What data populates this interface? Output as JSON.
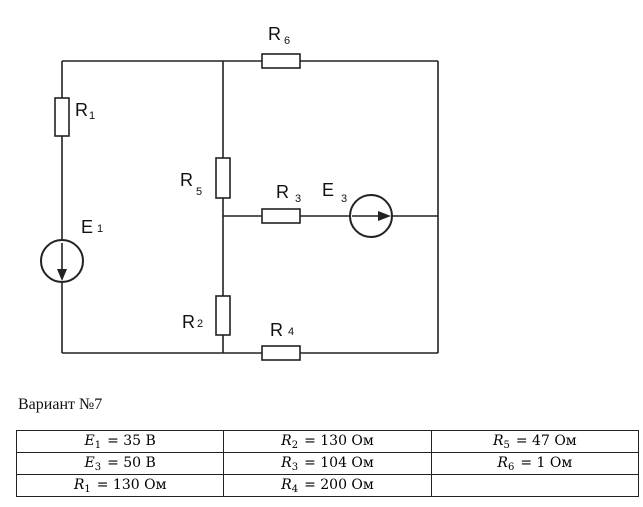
{
  "diagram": {
    "labels": {
      "R1": {
        "main": "R",
        "sub": "1"
      },
      "R2": {
        "main": "R",
        "sub": "2"
      },
      "R3": {
        "main": "R",
        "sub": "3"
      },
      "R4": {
        "main": "R",
        "sub": "4"
      },
      "R5": {
        "main": "R",
        "sub": "5"
      },
      "R6": {
        "main": "R",
        "sub": "6"
      },
      "E1": {
        "main": "E",
        "sub": "1"
      },
      "E3": {
        "main": "E",
        "sub": "3"
      }
    }
  },
  "variant": "Вариант №7",
  "table": {
    "rows": [
      [
        {
          "sym": "E",
          "sub": "1",
          "val": "= 35 В"
        },
        {
          "sym": "R",
          "sub": "2",
          "val": "= 130 Ом"
        },
        {
          "sym": "R",
          "sub": "5",
          "val": "= 47 Ом"
        }
      ],
      [
        {
          "sym": "E",
          "sub": "3",
          "val": "= 50 В"
        },
        {
          "sym": "R",
          "sub": "3",
          "val": "= 104 Ом"
        },
        {
          "sym": "R",
          "sub": "6",
          "val": "= 1 Ом"
        }
      ],
      [
        {
          "sym": "R",
          "sub": "1",
          "val": "= 130 Ом"
        },
        {
          "sym": "R",
          "sub": "4",
          "val": "= 200 Ом"
        },
        {
          "sym": "",
          "sub": "",
          "val": ""
        }
      ]
    ]
  }
}
